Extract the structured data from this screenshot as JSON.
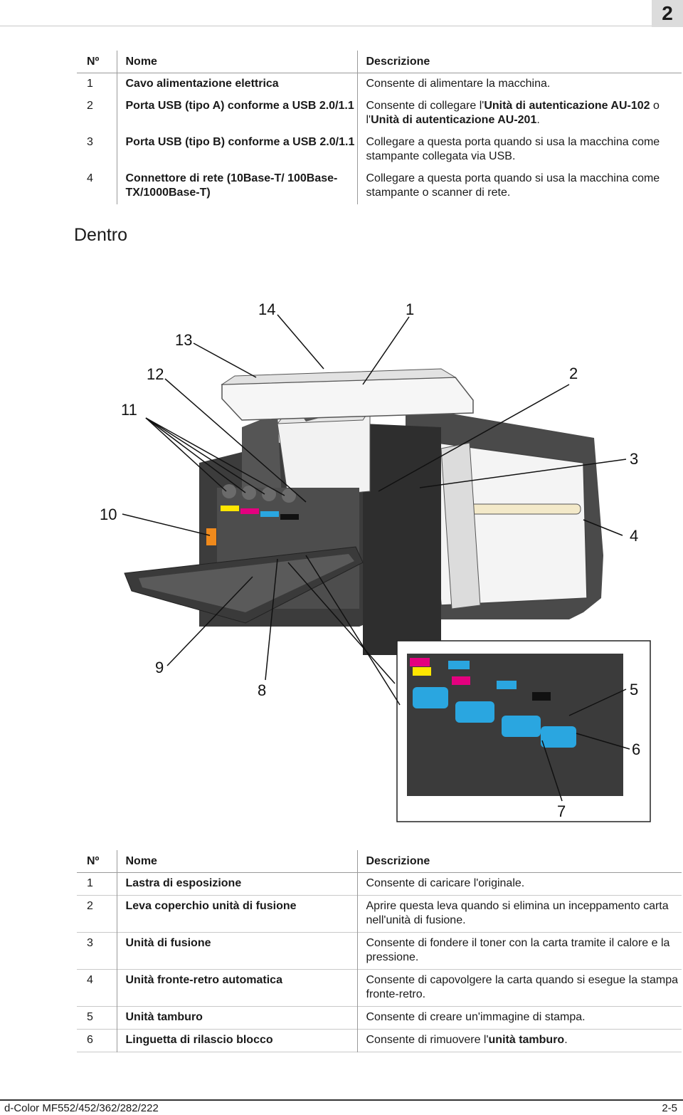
{
  "chapter": "2",
  "table_top": {
    "headers": {
      "no": "Nº",
      "name": "Nome",
      "desc": "Descrizione"
    },
    "rows": [
      {
        "no": "1",
        "name": "Cavo alimentazione elettrica",
        "desc": [
          "Consente di alimentare la macchina."
        ]
      },
      {
        "no": "2",
        "name": "Porta USB (tipo A) conforme a USB 2.0/1.1",
        "desc": [
          "Consente di collegare l'",
          {
            "b": "Unità di autenticazione AU-102"
          },
          " o l'",
          {
            "b": "Unità di autenticazione AU-201"
          },
          "."
        ]
      },
      {
        "no": "3",
        "name": "Porta USB (tipo B) conforme a USB 2.0/1.1",
        "desc": [
          "Collegare a questa porta quando si usa la macchina come stampante collegata via USB."
        ]
      },
      {
        "no": "4",
        "name": "Connettore di rete (10Base-T/ 100Base-TX/1000Base-T)",
        "desc": [
          "Collegare a questa porta quando si usa la macchina come stampante o scanner di rete."
        ]
      }
    ]
  },
  "section_title": "Dentro",
  "callouts": [
    "1",
    "2",
    "3",
    "4",
    "5",
    "6",
    "7",
    "8",
    "9",
    "10",
    "11",
    "12",
    "13",
    "14"
  ],
  "table_bottom": {
    "headers": {
      "no": "Nº",
      "name": "Nome",
      "desc": "Descrizione"
    },
    "rows": [
      {
        "no": "1",
        "name": "Lastra di esposizione",
        "desc": [
          "Consente di caricare l'originale."
        ]
      },
      {
        "no": "2",
        "name": "Leva coperchio unità di fusione",
        "desc": [
          "Aprire questa leva quando si elimina un inceppamento carta nell'unità di fusione."
        ]
      },
      {
        "no": "3",
        "name": "Unità di fusione",
        "desc": [
          "Consente di fondere il toner con la carta tramite il calore e la pressione."
        ]
      },
      {
        "no": "4",
        "name": "Unità fronte-retro automatica",
        "desc": [
          "Consente di capovolgere la carta quando si esegue la stampa fronte-retro."
        ]
      },
      {
        "no": "5",
        "name": "Unità tamburo",
        "desc": [
          "Consente di creare un'immagine di stampa."
        ]
      },
      {
        "no": "6",
        "name": "Linguetta di rilascio blocco",
        "desc": [
          "Consente di rimuovere l'",
          {
            "b": "unità tamburo"
          },
          "."
        ]
      }
    ]
  },
  "footer": {
    "model": "d-Color MF552/452/362/282/222",
    "page": "2-5"
  },
  "colors": {
    "body": "#3a3a3a",
    "panel": "#f2f2f2",
    "cyan": "#2aa6e0",
    "magenta": "#e4007f",
    "yellow": "#ffe600",
    "orange": "#f08a1c"
  }
}
